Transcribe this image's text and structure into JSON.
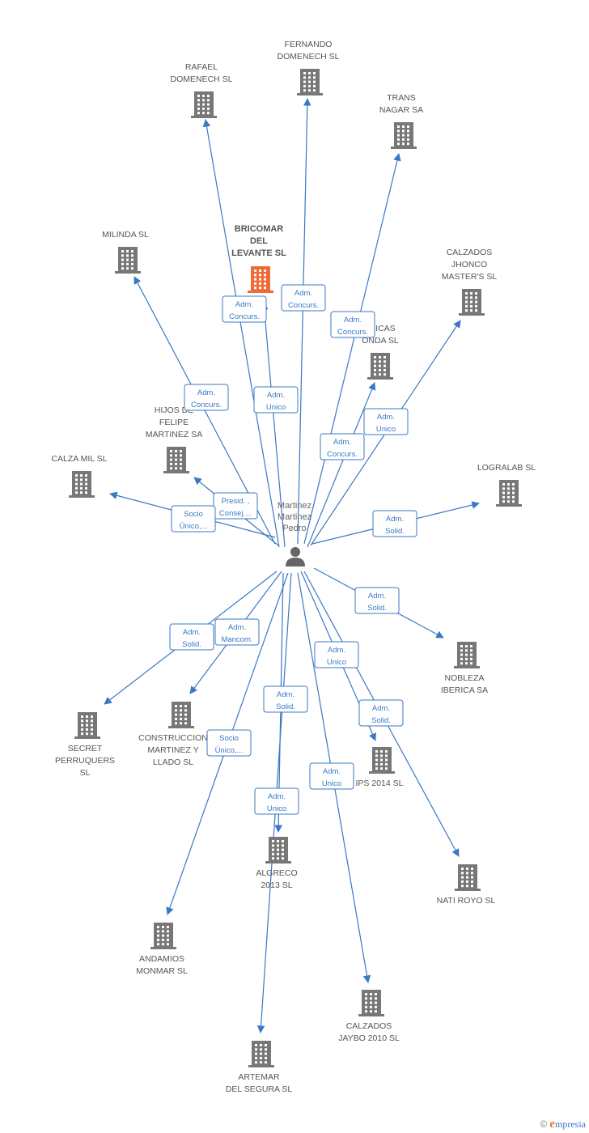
{
  "person": {
    "name_lines": [
      "Martinez",
      "Martinez",
      "Pedro"
    ]
  },
  "focal_company": {
    "name_lines": [
      "BRICOMAR",
      "DEL",
      "LEVANTE SL"
    ]
  },
  "companies": [
    {
      "id": "rafael",
      "name_lines": [
        "RAFAEL",
        "DOMENECH SL"
      ]
    },
    {
      "id": "fernando",
      "name_lines": [
        "FERNANDO",
        "DOMENECH SL"
      ]
    },
    {
      "id": "trans",
      "name_lines": [
        "TRANS",
        "NAGAR SA"
      ]
    },
    {
      "id": "milinda",
      "name_lines": [
        "MILINDA SL"
      ]
    },
    {
      "id": "calzados_jhonco",
      "name_lines": [
        "CALZADOS",
        "JHONCO",
        "MASTER'S SL"
      ]
    },
    {
      "id": "calicas",
      "name_lines": [
        "ALICAS",
        "ONDA SL"
      ]
    },
    {
      "id": "hijos",
      "name_lines": [
        "HIJOS DE",
        "FELIPE",
        "MARTINEZ SA"
      ]
    },
    {
      "id": "calzamil",
      "name_lines": [
        "CALZA MIL  SL"
      ]
    },
    {
      "id": "logralab",
      "name_lines": [
        "LOGRALAB SL"
      ]
    },
    {
      "id": "nobleza",
      "name_lines": [
        "NOBLEZA",
        "IBERICA SA"
      ]
    },
    {
      "id": "secret",
      "name_lines": [
        "SECRET",
        "PERRUQUERS",
        "SL"
      ]
    },
    {
      "id": "construcciones",
      "name_lines": [
        "CONSTRUCCION",
        "MARTINEZ Y",
        "LLADO SL"
      ]
    },
    {
      "id": "ips",
      "name_lines": [
        "IPS 2014  SL"
      ]
    },
    {
      "id": "algreco",
      "name_lines": [
        "ALGRECO",
        "2013 SL"
      ]
    },
    {
      "id": "natiroyo",
      "name_lines": [
        "NATI ROYO SL"
      ]
    },
    {
      "id": "andamios",
      "name_lines": [
        "ANDAMIOS",
        "MONMAR SL"
      ]
    },
    {
      "id": "calzados_jaybo",
      "name_lines": [
        "CALZADOS",
        "JAYBO 2010 SL"
      ]
    },
    {
      "id": "artemar",
      "name_lines": [
        "ARTEMAR",
        "DEL SEGURA SL"
      ]
    }
  ],
  "relations": [
    {
      "target": "rafael",
      "label_lines": [
        "Adm.",
        "Concurs."
      ]
    },
    {
      "target": "focal",
      "label_lines": [
        "Adm.",
        "Unico"
      ]
    },
    {
      "target": "fernando",
      "label_lines": [
        "Adm.",
        "Concurs."
      ]
    },
    {
      "target": "trans",
      "label_lines": [
        "Adm.",
        "Concurs."
      ]
    },
    {
      "target": "milinda",
      "label_lines": [
        "Adm.",
        "Concurs."
      ]
    },
    {
      "target": "calzados_jhonco",
      "label_lines": [
        "Adm.",
        "Unico"
      ]
    },
    {
      "target": "calicas",
      "label_lines": [
        "Adm.",
        "Concurs."
      ]
    },
    {
      "target": "hijos",
      "label_lines": [
        "Presid. ,",
        "Consej...."
      ]
    },
    {
      "target": "calzamil",
      "label_lines": [
        "Socio",
        "Único,..."
      ]
    },
    {
      "target": "logralab",
      "label_lines": [
        "Adm.",
        "Solid."
      ]
    },
    {
      "target": "nobleza",
      "label_lines": [
        "Adm.",
        "Solid."
      ]
    },
    {
      "target": "secret",
      "label_lines": [
        "Adm.",
        "Solid."
      ]
    },
    {
      "target": "construcciones",
      "label_lines": [
        "Adm.",
        "Mancom."
      ]
    },
    {
      "target": "ips",
      "label_lines": [
        "Adm.",
        "Unico"
      ]
    },
    {
      "target": "natiroyo",
      "label_lines": [
        "Adm.",
        "Solid."
      ]
    },
    {
      "target": "andamios",
      "label_lines": [
        "Socio",
        "Único,..."
      ]
    },
    {
      "target": "artemar",
      "label_lines": [
        "Adm.",
        "Solid."
      ]
    },
    {
      "target": "algreco",
      "label_lines": [
        "Adm.",
        "Unico"
      ]
    },
    {
      "target": "calzados_jaybo",
      "label_lines": [
        "Adm.",
        "Unico"
      ]
    }
  ],
  "footer": {
    "copyright": "©",
    "brand_initial": "e",
    "brand_rest": "mpresia"
  },
  "colors": {
    "edge": "#3a78c4",
    "building": "#777777",
    "focal_building": "#f06a35"
  }
}
